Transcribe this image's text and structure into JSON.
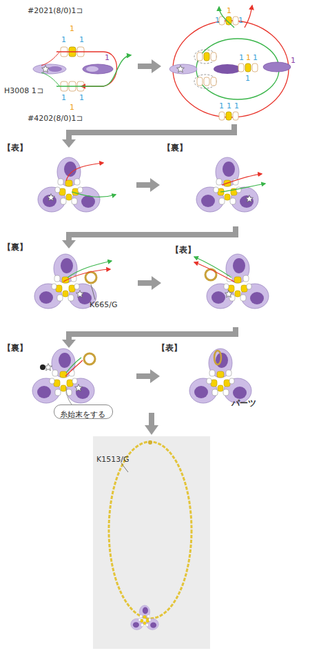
{
  "diagram": {
    "nodes": [
      {
        "text": [
          "糸始末をする"
        ]
      }
    ],
    "labels": [
      "#2021(8/0)1コ",
      "1",
      "1",
      "1",
      "1",
      "H3008 1コ",
      "1",
      "1",
      "1",
      "#4202(8/0)1コ",
      "1",
      "1",
      "1",
      "1",
      "1",
      "1",
      "1",
      "1",
      "1",
      "1",
      "1",
      "【表】",
      "【裏】",
      "【裏】",
      "K665/G",
      "【表】",
      "【裏】",
      "【表】",
      "パーツ",
      "K1513/G"
    ]
  }
}
